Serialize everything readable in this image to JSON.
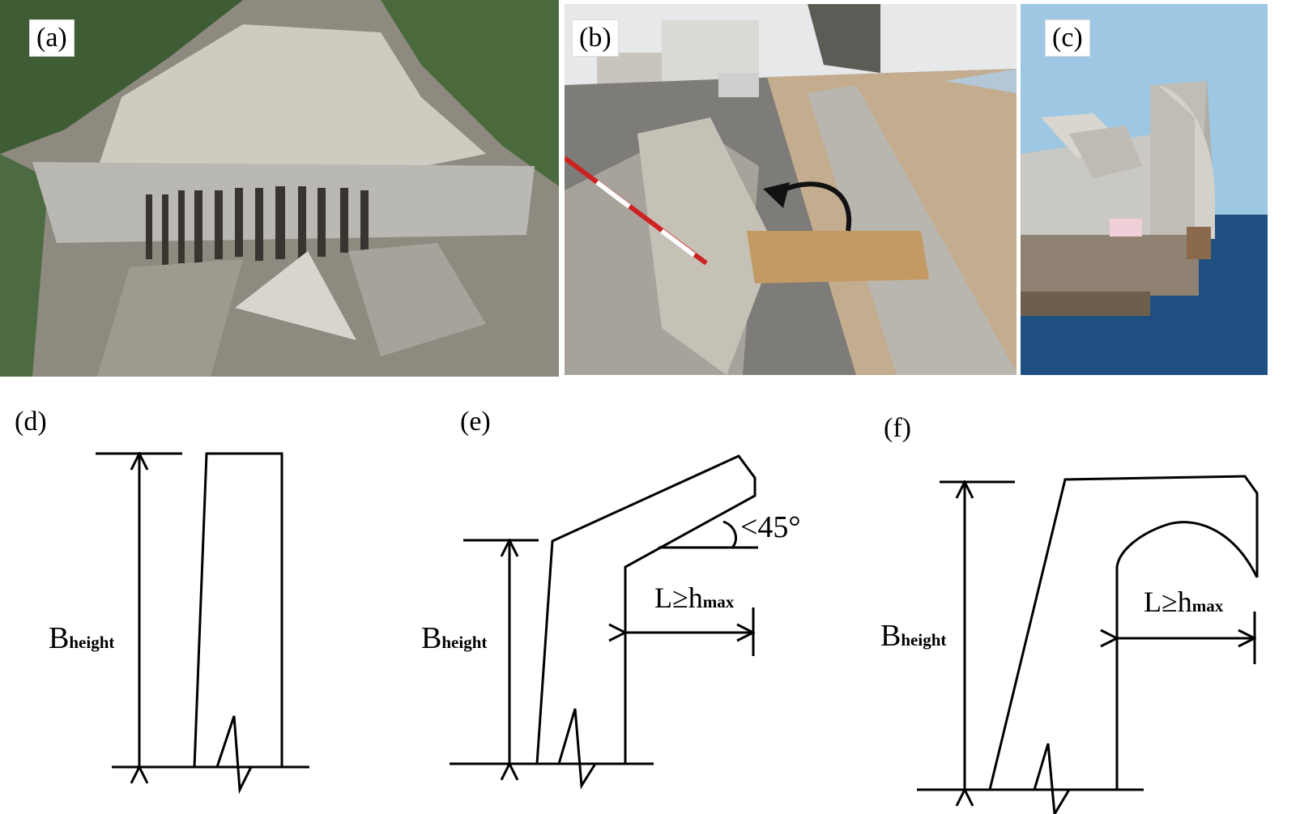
{
  "panels": {
    "a": {
      "label": "(a)"
    },
    "b": {
      "label": "(b)"
    },
    "c": {
      "label": "(c)"
    },
    "d": {
      "label": "(d)",
      "height_label": "B",
      "height_sub": "height"
    },
    "e": {
      "label": "(e)",
      "height_label": "B",
      "height_sub": "height",
      "angle_label": "<45°",
      "length_label": "L≥h",
      "length_sub": "max"
    },
    "f": {
      "label": "(f)",
      "height_label": "B",
      "height_sub": "height",
      "length_label": "L≥h",
      "length_sub": "max"
    }
  },
  "colors": {
    "forest": "#3d5a33",
    "concrete": "#c9c8c2",
    "sky_b": "#e6e8ea",
    "sand": "#c4ac8f",
    "sea": "#1f4f80",
    "sky_c": "#9ec7e3"
  }
}
